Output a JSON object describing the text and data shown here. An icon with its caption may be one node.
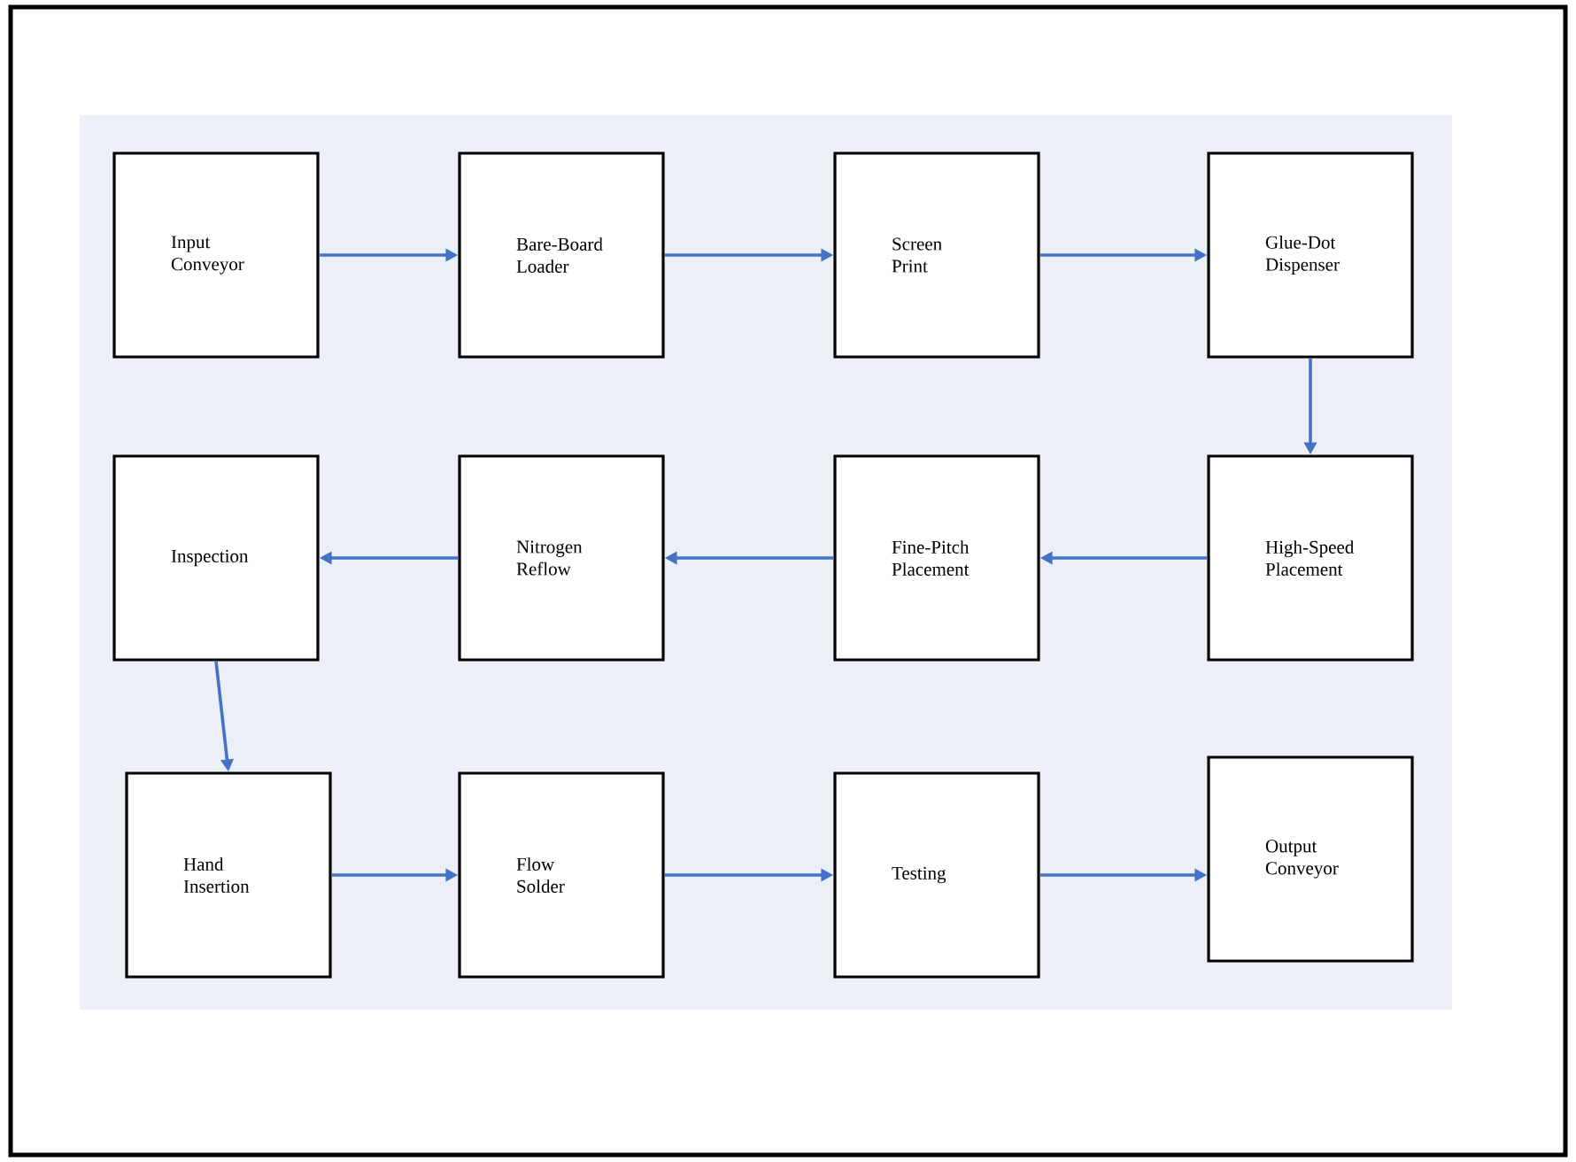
{
  "diagram": {
    "nodes": [
      {
        "text": [
          "Input Conveyor"
        ]
      },
      {
        "text": [
          "Bare-Board Loader"
        ]
      },
      {
        "text": [
          "Screen Print"
        ]
      },
      {
        "text": [
          "Glue-Dot Dispenser"
        ]
      },
      {
        "text": [
          "High-Speed Placement"
        ]
      },
      {
        "text": [
          "Fine-Pitch Placement"
        ]
      },
      {
        "text": [
          "Nitrogen Reflow"
        ]
      },
      {
        "text": [
          "Inspection"
        ]
      },
      {
        "text": [
          "Hand Insertion"
        ]
      },
      {
        "text": [
          "Flow Solder"
        ]
      },
      {
        "text": [
          "Testing"
        ]
      },
      {
        "text": [
          "Output Conveyor"
        ]
      }
    ],
    "edges": [
      {
        "from": 0,
        "to": 1,
        "arrow": "to"
      },
      {
        "from": 1,
        "to": 2,
        "arrow": "to"
      },
      {
        "from": 2,
        "to": 3,
        "arrow": "to"
      },
      {
        "from": 3,
        "to": 4,
        "arrow": "to"
      },
      {
        "from": 4,
        "to": 5,
        "arrow": "to"
      },
      {
        "from": 5,
        "to": 6,
        "arrow": "to"
      },
      {
        "from": 6,
        "to": 7,
        "arrow": "to"
      },
      {
        "from": 7,
        "to": 8,
        "arrow": "to"
      },
      {
        "from": 8,
        "to": 9,
        "arrow": "to"
      },
      {
        "from": 9,
        "to": 10,
        "arrow": "to"
      },
      {
        "from": 10,
        "to": 11,
        "arrow": "to"
      }
    ]
  }
}
